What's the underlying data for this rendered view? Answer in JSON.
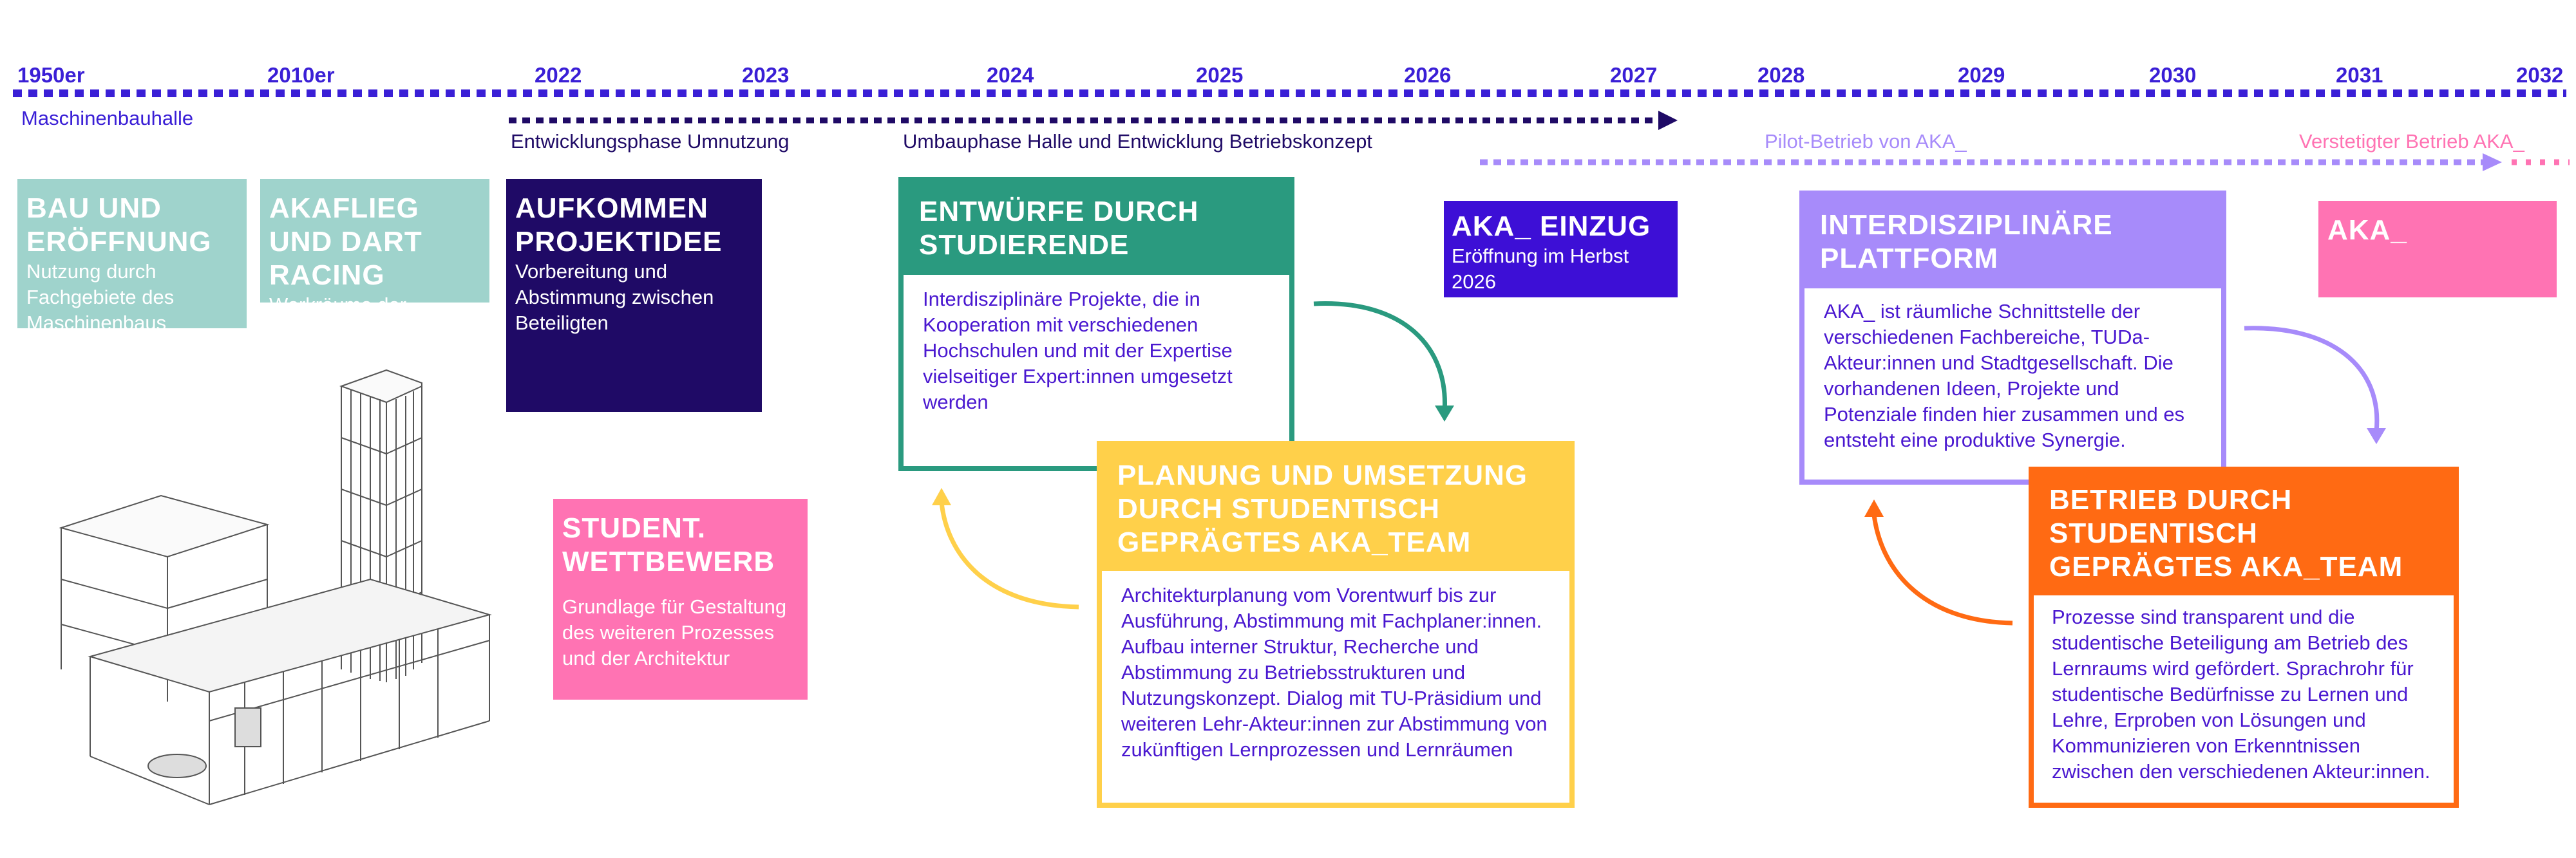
{
  "timeline": {
    "years": [
      "1950er",
      "2010er",
      "2022",
      "2023",
      "2024",
      "2025",
      "2026",
      "2027",
      "2028",
      "2029",
      "2030",
      "2031",
      "2032"
    ],
    "start_label": "Maschinenbauhalle"
  },
  "phases": {
    "umnutzung": "Entwicklungsphase Umnutzung",
    "umbau": "Umbauphase Halle und Entwicklung Betriebskonzept",
    "pilot": "Pilot-Betrieb von AKA_",
    "verstetigt": "Verstetigter Betrieb AKA_"
  },
  "boxes": {
    "bau": {
      "title": "BAU UND ERÖFFNUNG",
      "text": "Nutzung durch Fachgebiete des Maschinenbaus"
    },
    "akaflieg": {
      "title": "AKAFLIEG UND DART RACING",
      "text": "Werkräume der Hochschulgruppen"
    },
    "aufkommen": {
      "title": "AUFKOMMEN PROJEKTIDEE",
      "text": "Vorbereitung und Abstimmung zwischen Beteiligten"
    },
    "student": {
      "title": "STUDENT. WETTBEWERB",
      "text": "Grundlage für Gestaltung des weiteren Prozesses und der Architektur"
    },
    "entwuerfe": {
      "title": "ENTWÜRFE DURCH STUDIERENDE",
      "text": "Interdisziplinäre Projekte, die in Kooperation mit verschiedenen Hochschulen und mit der Expertise vielseitiger Expert:innen umgesetzt werden"
    },
    "planung": {
      "title": "PLANUNG UND UMSETZUNG DURCH STUDENTISCH GEPRÄGTES AKA_TEAM",
      "text": "Architekturplanung vom Vorentwurf bis zur Ausführung, Abstimmung mit Fachplaner:innen. Aufbau interner Struktur, Recherche und Abstimmung zu Betriebsstrukturen und Nutzungskonzept. Dialog mit TU-Präsidium und weiteren Lehr-Akteur:innen zur Abstimmung von zukünftigen Lernprozessen und Lernräumen"
    },
    "einzug": {
      "title": "AKA_ EINZUG",
      "text": "Eröffnung im Herbst 2026"
    },
    "plattform": {
      "title": "INTERDISZIPLINÄRE PLATTFORM",
      "text": "AKA_ ist räumliche Schnittstelle der verschiedenen Fachbereiche, TUDa-Akteur:innen und Stadtgesellschaft. Die vorhandenen Ideen, Projekte und Potenziale finden hier zusammen und es entsteht eine produktive Synergie."
    },
    "betrieb": {
      "title": "BETRIEB DURCH STUDENTISCH GEPRÄGTES AKA_TEAM",
      "text": "Prozesse sind transparent und die studentische Beteiligung am Betrieb des Lernraums wird gefördert. Sprachrohr für studentische Bedürfnisse zu Lernen und Lehre, Erproben von Lösungen und Kommunizieren von Erkenntnissen zwischen den verschiedenen Akteur:innen."
    },
    "aka": {
      "title": "AKA_"
    }
  },
  "colors": {
    "timeline": "#3a1fd6",
    "teal_light": "#9fd3cc",
    "navy": "#1f0a66",
    "pink": "#ff73b3",
    "green": "#2a9a7f",
    "yellow": "#ffd04a",
    "violet": "#3d0fd6",
    "lavender": "#a78bfa",
    "orange": "#ff6a13"
  }
}
